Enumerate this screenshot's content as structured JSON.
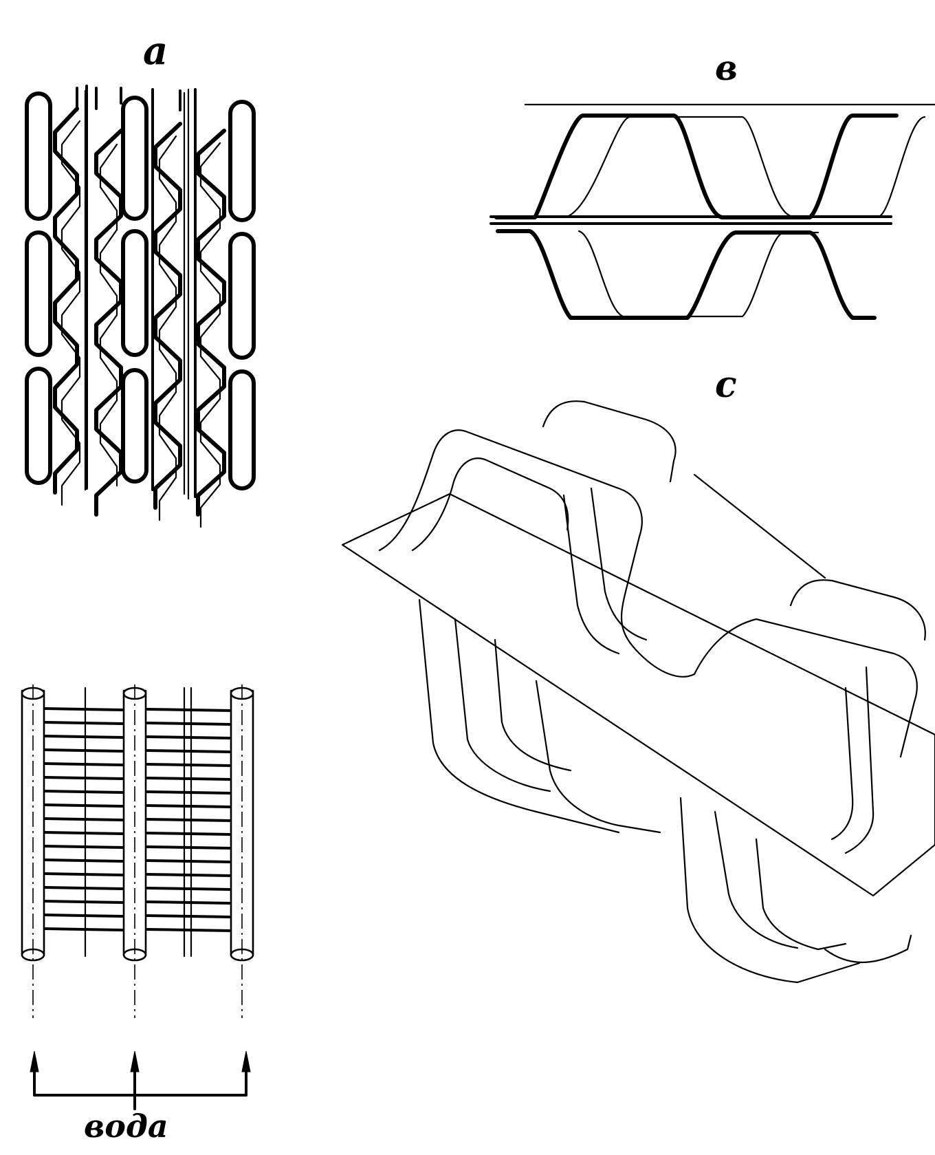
{
  "labels": {
    "a": "а",
    "v": "в",
    "c": "с",
    "water": "вода"
  }
}
